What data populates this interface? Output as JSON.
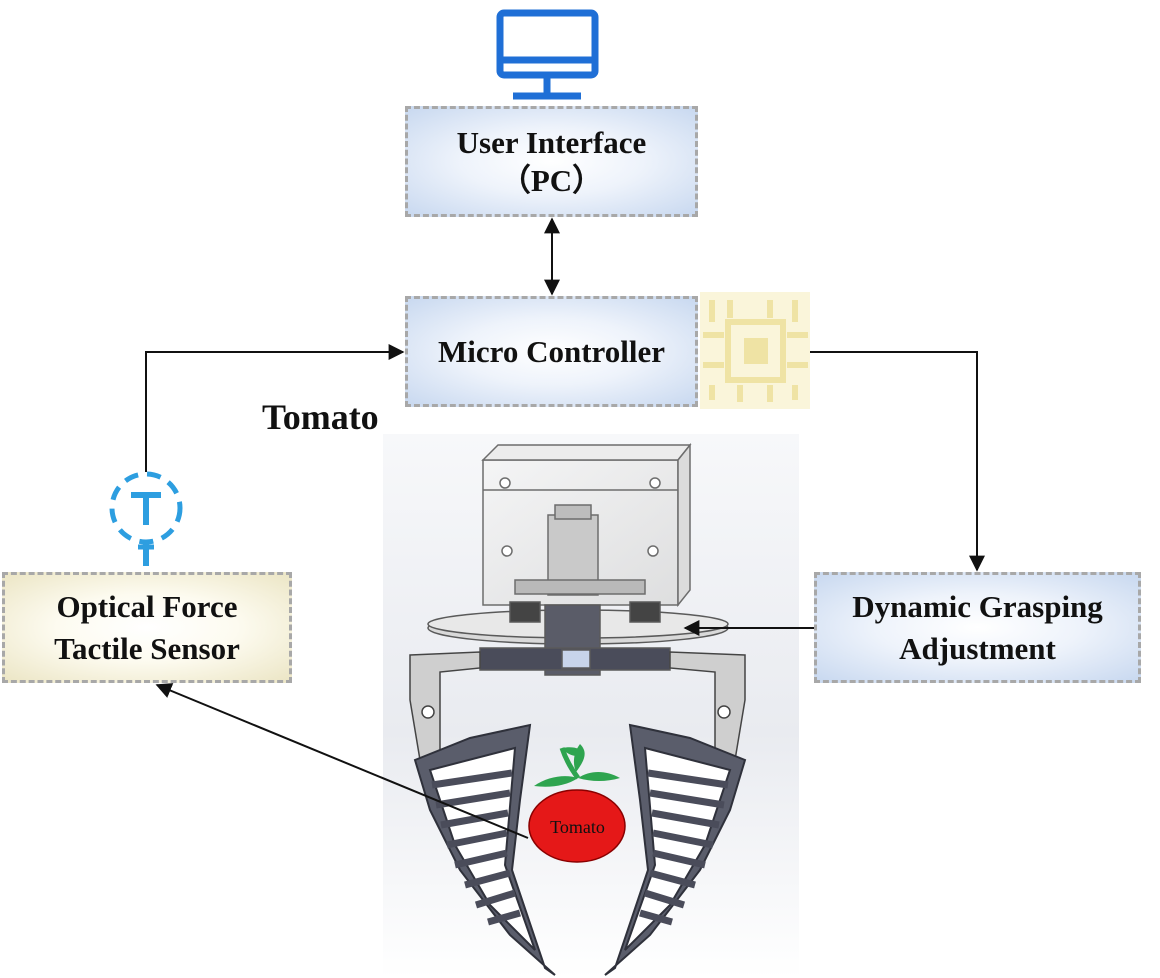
{
  "nodes": {
    "user_interface": {
      "line1": "User Interface",
      "line2": "（PC）"
    },
    "micro_controller": {
      "label": "Micro Controller"
    },
    "optical_sensor": {
      "line1": "Optical Force",
      "line2": "Tactile Sensor"
    },
    "dynamic_grasping": {
      "line1": "Dynamic Grasping",
      "line2": "Adjustment"
    }
  },
  "heading": "Tomato",
  "tomato_label": "Tomato",
  "icons": [
    "monitor-icon",
    "chip-icon",
    "sensor-icon",
    "gripper-illustration",
    "tomato-icon"
  ],
  "colors": {
    "monitor": "#1f6fd6",
    "sensor_icon": "#2d9ee0",
    "chip": "#efe3a4",
    "tomato": "#e51818",
    "leaf": "#2ea44f",
    "gripper": "#4a4c5a"
  }
}
